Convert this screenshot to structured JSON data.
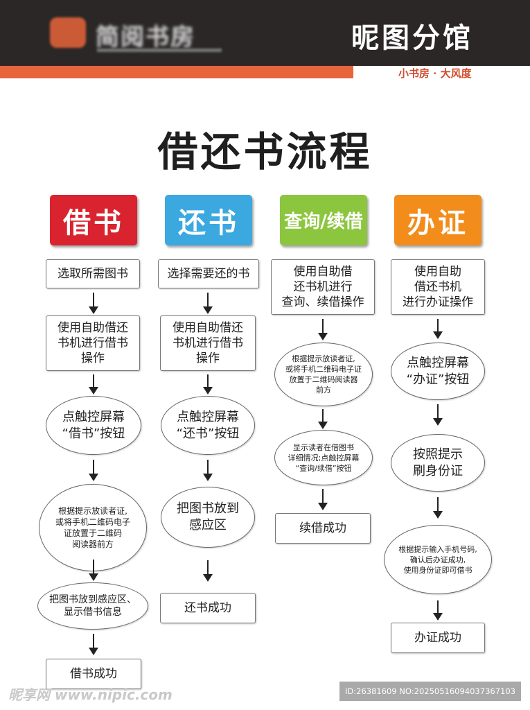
{
  "header": {
    "logo_text": "简阅书房",
    "branch_name": "昵图分馆",
    "slogan": "小书房 · 大风度"
  },
  "title": "借还书流程",
  "columns": {
    "borrow": {
      "label": "借书",
      "color": "#d9232e",
      "steps": [
        "选取所需图书",
        "使用自助借还\n书机进行借书\n操作",
        "点触控屏幕\n“借书”按钮",
        "根据提示放读者证,\n或将手机二维码电子\n证放置于二维码\n阅读器前方",
        "把图书放到感应区、\n显示借书信息",
        "借书成功"
      ]
    },
    "return": {
      "label": "还书",
      "color": "#3ba8e0",
      "steps": [
        "选择需要还的书",
        "使用自助借还\n书机进行借书\n操作",
        "点触控屏幕\n“还书”按钮",
        "把图书放到\n感应区",
        "还书成功"
      ]
    },
    "query": {
      "label": "查询/续借",
      "color": "#8cc63f",
      "steps": [
        "使用自助借\n还书机进行\n查询、续借操作",
        "根据提示放读者证,\n或将手机二维码电子证\n放置于二维码阅读器\n前方",
        "显示读者在借图书\n详细情况;点触控屏幕\n“查询/续借”按钮",
        "续借成功"
      ]
    },
    "card": {
      "label": "办证",
      "color": "#f28c1b",
      "steps": [
        "使用自助\n借还书机\n进行办证操作",
        "点触控屏幕\n“办证”按钮",
        "按照提示\n刷身份证",
        "根据提示输入手机号码,\n确认后办证成功,\n使用身份证即可借书",
        "办证成功"
      ]
    }
  },
  "watermark": {
    "left": "昵享网 www.nipic.com",
    "right": "ID:26381609 NO:20250516094037367103"
  }
}
